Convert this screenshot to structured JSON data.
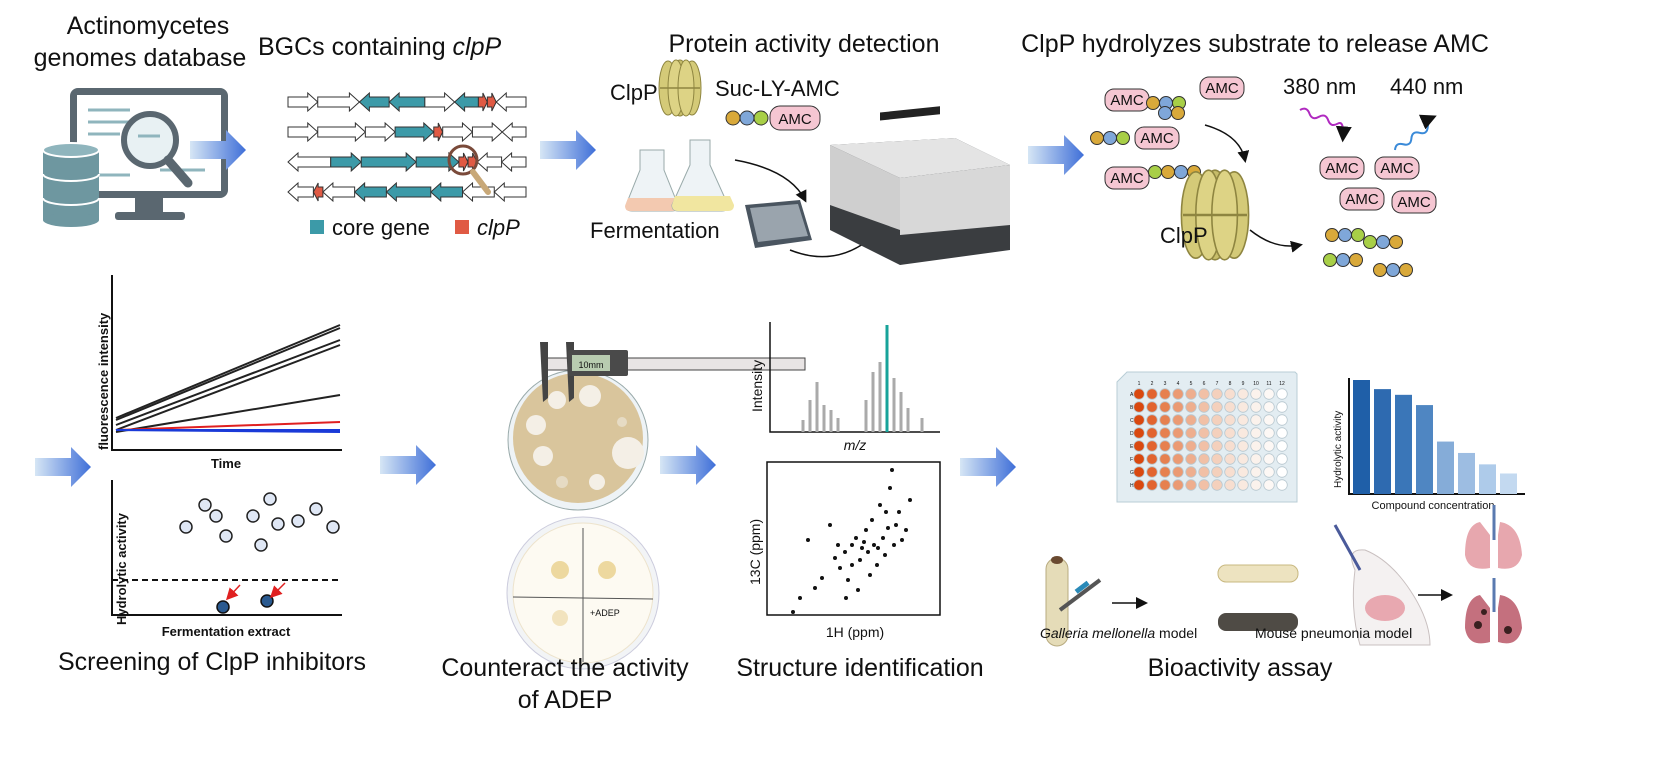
{
  "steps": {
    "database": {
      "title_line1": "Actinomycetes",
      "title_line2": "genomes database"
    },
    "bgc": {
      "title_prefix": "BGCs containing ",
      "title_gene": "clpP",
      "legend_core": "core gene",
      "legend_clpp": "clpP"
    },
    "protein": {
      "title": "Protein activity detection",
      "clpp_label": "ClpP",
      "substrate_label": "Suc-LY-AMC",
      "amc_tag": "AMC",
      "fermentation_label": "Fermentation"
    },
    "hydrolysis": {
      "title": "ClpP hydrolyzes substrate to release AMC",
      "excitation": "380 nm",
      "emission": "440 nm",
      "amc_tag": "AMC",
      "clpp_label": "ClpP"
    },
    "screening": {
      "title": "Screening of ClpP inhibitors",
      "plot1_ylabel": "fluorescence intensity",
      "plot1_xlabel": "Time",
      "plot2_ylabel": "Hydrolytic activity",
      "plot2_xlabel": "Fermentation extract"
    },
    "counteract": {
      "title_line1": "Counteract the activity",
      "title_line2": "of ADEP",
      "caliper_readout": "10mm",
      "adep_label": "+ADEP"
    },
    "structure": {
      "title": "Structure identification",
      "ms_ylabel": "Intensity",
      "ms_xlabel": "m/z",
      "nmr_ylabel": "13C (ppm)",
      "nmr_xlabel": "1H (ppm)"
    },
    "bioactivity": {
      "title": "Bioactivity assay",
      "bar_ylabel": "Hydrolytic activity",
      "bar_xlabel": "Compound concentration",
      "galleria_label_italic": "Galleria mellonella",
      "galleria_label_suffix": " model",
      "mouse_label": "Mouse  pneumonia  model",
      "plate_cols": [
        "1",
        "2",
        "3",
        "4",
        "5",
        "6",
        "7",
        "8",
        "9",
        "10",
        "11",
        "12"
      ],
      "plate_rows": [
        "A",
        "B",
        "C",
        "D",
        "E",
        "F",
        "G",
        "H"
      ]
    }
  },
  "colors": {
    "arrow": "#3f6fd8",
    "core_gene": "#3c9aa8",
    "clpp_gene": "#e05a44",
    "amc_fill": "#f5c6d2",
    "bar_dark": "#1f5fa8",
    "bar_light": "#c3d9f0",
    "ms_peak": "#17a39a"
  }
}
